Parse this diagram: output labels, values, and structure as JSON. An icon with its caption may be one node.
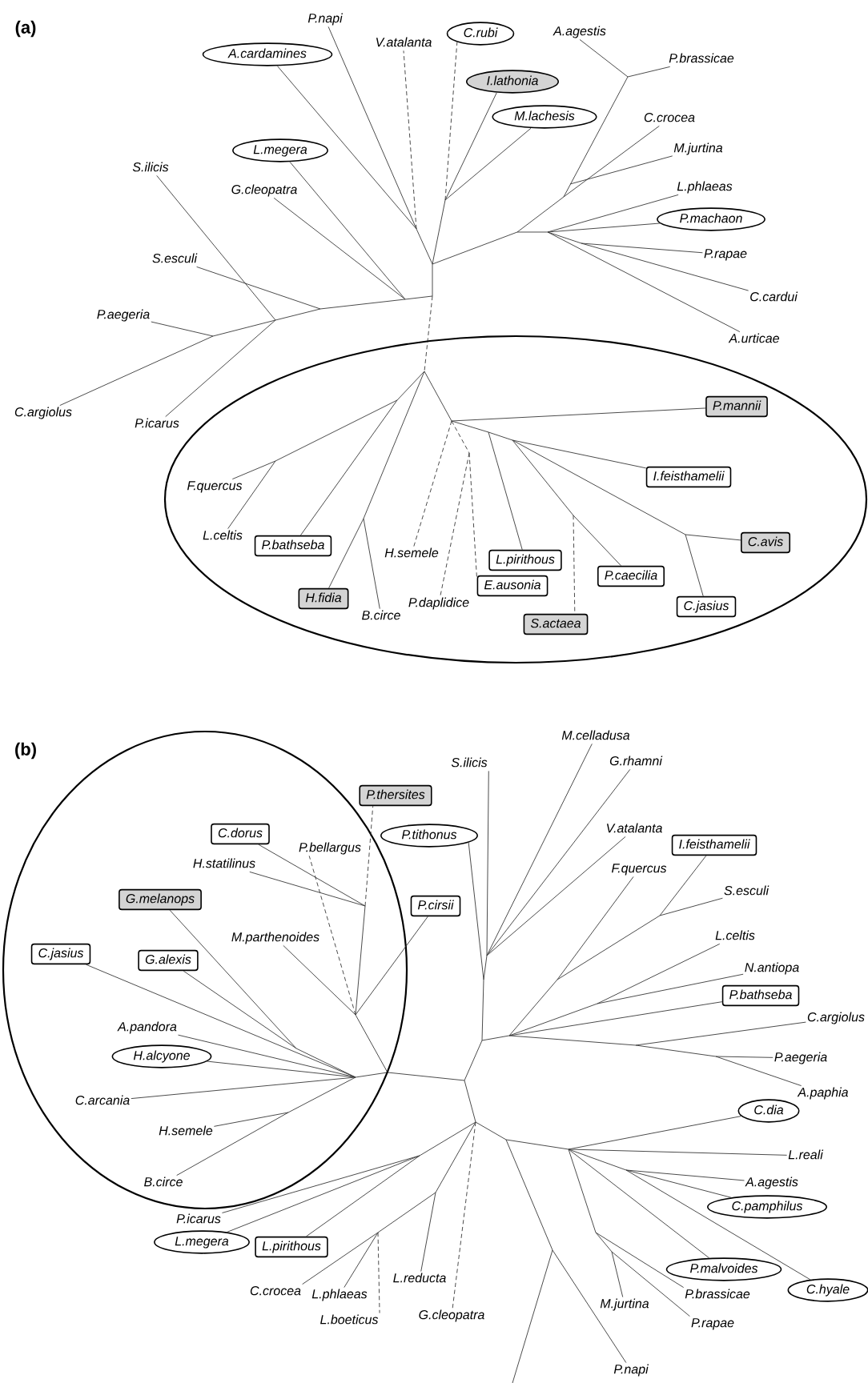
{
  "diagram": {
    "nodes": [
      {
        "text": [
          "P.napi"
        ]
      },
      {
        "text": [
          "C.rubi"
        ]
      },
      {
        "text": [
          "A.agestis"
        ]
      },
      {
        "text": [
          "V.atalanta"
        ]
      },
      {
        "text": [
          "A.cardamines"
        ]
      },
      {
        "text": [
          "P.brassicae"
        ]
      },
      {
        "text": [
          "I.lathonia"
        ]
      },
      {
        "text": [
          "C.crocea"
        ]
      },
      {
        "text": [
          "M.lachesis"
        ]
      },
      {
        "text": [
          "M.jurtina"
        ]
      },
      {
        "text": [
          "L.megera"
        ]
      },
      {
        "text": [
          "S.ilicis"
        ]
      },
      {
        "text": [
          "L.phlaeas"
        ]
      },
      {
        "text": [
          "G.cleopatra"
        ]
      },
      {
        "text": [
          "P.machaon"
        ]
      },
      {
        "text": [
          "P.rapae"
        ]
      },
      {
        "text": [
          "S.esculi"
        ]
      },
      {
        "text": [
          "C.cardui"
        ]
      },
      {
        "text": [
          "P.aegeria"
        ]
      },
      {
        "text": [
          "A.urticae"
        ]
      },
      {
        "text": [
          "C.argiolus"
        ]
      },
      {
        "text": [
          "P.icarus"
        ]
      },
      {
        "text": [],
        "shape": "ellipse"
      },
      {
        "text": [
          "P.mannii"
        ],
        "in": 22
      },
      {
        "text": [
          "I.feisthamelii"
        ],
        "in": 22
      },
      {
        "text": [
          "F.quercus"
        ],
        "in": 22
      },
      {
        "text": [
          "L.celtis"
        ],
        "in": 22
      },
      {
        "text": [
          "C.avis"
        ],
        "in": 22
      },
      {
        "text": [
          "P.bathseba"
        ],
        "in": 22
      },
      {
        "text": [
          "H.semele"
        ],
        "in": 22
      },
      {
        "text": [
          "L.pirithous"
        ],
        "in": 22
      },
      {
        "text": [
          "P.caecilia"
        ],
        "in": 22
      },
      {
        "text": [
          "E.ausonia"
        ],
        "in": 22
      },
      {
        "text": [
          "H.fidia"
        ],
        "in": 22
      },
      {
        "text": [
          "P.daplidice"
        ],
        "in": 22
      },
      {
        "text": [
          "C.jasius"
        ],
        "in": 22
      },
      {
        "text": [
          "B.circe"
        ],
        "in": 22
      },
      {
        "text": [
          "S.actaea"
        ],
        "in": 22
      },
      {
        "text": [],
        "shape": "ellipse"
      },
      {
        "text": [
          "C.dorus"
        ],
        "in": 38
      },
      {
        "text": [
          "H.statilinus"
        ],
        "in": 38
      },
      {
        "text": [
          "P.bellargus"
        ],
        "in": 38
      },
      {
        "text": [
          "G.melanops"
        ],
        "in": 38
      },
      {
        "text": [
          "M.parthenoides"
        ],
        "in": 38
      },
      {
        "text": [
          "C.jasius"
        ],
        "in": 38
      },
      {
        "text": [
          "G.alexis"
        ],
        "in": 38
      },
      {
        "text": [
          "A.pandora"
        ],
        "in": 38
      },
      {
        "text": [
          "H.alcyone"
        ],
        "in": 38
      },
      {
        "text": [
          "C.arcania"
        ],
        "in": 38
      },
      {
        "text": [
          "H.semele"
        ],
        "in": 38
      },
      {
        "text": [
          "B.circe"
        ],
        "in": 38
      },
      {
        "text": [
          "M.celladusa"
        ]
      },
      {
        "text": [
          "G.rhamni"
        ]
      },
      {
        "text": [
          "S.ilicis"
        ]
      },
      {
        "text": [
          "P.thersites"
        ]
      },
      {
        "text": [
          "V.atalanta"
        ]
      },
      {
        "text": [
          "P.tithonus"
        ]
      },
      {
        "text": [
          "I.feisthamelii"
        ]
      },
      {
        "text": [
          "F.quercus"
        ]
      },
      {
        "text": [
          "S.esculi"
        ]
      },
      {
        "text": [
          "P.cirsii"
        ]
      },
      {
        "text": [
          "L.celtis"
        ]
      },
      {
        "text": [
          "N.antiopa"
        ]
      },
      {
        "text": [
          "P.bathseba"
        ]
      },
      {
        "text": [
          "C.argiolus"
        ]
      },
      {
        "text": [
          "P.aegeria"
        ]
      },
      {
        "text": [
          "A.paphia"
        ]
      },
      {
        "text": [
          "C.dia"
        ]
      },
      {
        "text": [
          "L.reali"
        ]
      },
      {
        "text": [
          "A.agestis"
        ]
      },
      {
        "text": [
          "C.pamphilus"
        ]
      },
      {
        "text": [
          "P.icarus"
        ]
      },
      {
        "text": [
          "L.megera"
        ]
      },
      {
        "text": [
          "L.pirithous"
        ]
      },
      {
        "text": [
          "P.malvoides"
        ]
      },
      {
        "text": [
          "L.reducta"
        ]
      },
      {
        "text": [
          "C.hyale"
        ]
      },
      {
        "text": [
          "C.crocea"
        ]
      },
      {
        "text": [
          "P.brassicae"
        ]
      },
      {
        "text": [
          "L.phlaeas"
        ]
      },
      {
        "text": [
          "M.jurtina"
        ]
      },
      {
        "text": [
          "G.cleopatra"
        ]
      },
      {
        "text": [
          "L.boeticus"
        ]
      },
      {
        "text": [
          "P.rapae"
        ]
      },
      {
        "text": [
          "P.napi"
        ]
      }
    ],
    "edges": [
      {
        "from": null,
        "to": 0,
        "arrow": "none"
      },
      {
        "from": null,
        "to": 1,
        "arrow": "none",
        "style": "dashed"
      },
      {
        "from": null,
        "to": 2,
        "arrow": "none"
      },
      {
        "from": null,
        "to": 3,
        "arrow": "none",
        "style": "dashed"
      },
      {
        "from": null,
        "to": 4,
        "arrow": "none"
      },
      {
        "from": null,
        "to": 5,
        "arrow": "none"
      },
      {
        "from": null,
        "to": 6,
        "arrow": "none"
      },
      {
        "from": null,
        "to": 7,
        "arrow": "none"
      },
      {
        "from": null,
        "to": 8,
        "arrow": "none"
      },
      {
        "from": null,
        "to": 9,
        "arrow": "none"
      },
      {
        "from": null,
        "to": 10,
        "arrow": "none"
      },
      {
        "from": null,
        "to": 11,
        "arrow": "none"
      },
      {
        "from": null,
        "to": 12,
        "arrow": "none"
      },
      {
        "from": null,
        "to": 13,
        "arrow": "none"
      },
      {
        "from": null,
        "to": 14,
        "arrow": "none"
      },
      {
        "from": null,
        "to": 15,
        "arrow": "none"
      },
      {
        "from": null,
        "to": 16,
        "arrow": "none"
      },
      {
        "from": null,
        "to": 17,
        "arrow": "none"
      },
      {
        "from": null,
        "to": 18,
        "arrow": "none"
      },
      {
        "from": null,
        "to": 19,
        "arrow": "none"
      },
      {
        "from": null,
        "to": 20,
        "arrow": "none"
      },
      {
        "from": null,
        "to": 21,
        "arrow": "none"
      },
      {
        "from": null,
        "to": 23,
        "arrow": "none"
      },
      {
        "from": null,
        "to": 24,
        "arrow": "none"
      },
      {
        "from": null,
        "to": 25,
        "arrow": "none"
      },
      {
        "from": null,
        "to": 26,
        "arrow": "none"
      },
      {
        "from": null,
        "to": 27,
        "arrow": "none"
      },
      {
        "from": null,
        "to": 28,
        "arrow": "none"
      },
      {
        "from": null,
        "to": 29,
        "arrow": "none",
        "style": "dashed"
      },
      {
        "from": null,
        "to": 30,
        "arrow": "none"
      },
      {
        "from": null,
        "to": 31,
        "arrow": "none"
      },
      {
        "from": null,
        "to": 32,
        "arrow": "none",
        "style": "dashed"
      },
      {
        "from": null,
        "to": 33,
        "arrow": "none"
      },
      {
        "from": null,
        "to": 34,
        "arrow": "none",
        "style": "dashed"
      },
      {
        "from": null,
        "to": 35,
        "arrow": "none"
      },
      {
        "from": null,
        "to": 36,
        "arrow": "none"
      },
      {
        "from": null,
        "to": 37,
        "arrow": "none",
        "style": "dashed"
      },
      {
        "from": null,
        "to": 39,
        "arrow": "none"
      },
      {
        "from": null,
        "to": 40,
        "arrow": "none"
      },
      {
        "from": null,
        "to": 41,
        "arrow": "none",
        "style": "dashed"
      },
      {
        "from": null,
        "to": 42,
        "arrow": "none"
      },
      {
        "from": null,
        "to": 43,
        "arrow": "none"
      },
      {
        "from": null,
        "to": 44,
        "arrow": "none"
      },
      {
        "from": null,
        "to": 45,
        "arrow": "none"
      },
      {
        "from": null,
        "to": 46,
        "arrow": "none"
      },
      {
        "from": null,
        "to": 47,
        "arrow": "none"
      },
      {
        "from": null,
        "to": 48,
        "arrow": "none"
      },
      {
        "from": null,
        "to": 49,
        "arrow": "none"
      },
      {
        "from": null,
        "to": 50,
        "arrow": "none"
      },
      {
        "from": null,
        "to": 51,
        "arrow": "none"
      },
      {
        "from": null,
        "to": 52,
        "arrow": "none"
      },
      {
        "from": null,
        "to": 53,
        "arrow": "none"
      },
      {
        "from": null,
        "to": 54,
        "arrow": "none",
        "style": "dashed"
      },
      {
        "from": null,
        "to": 55,
        "arrow": "none"
      },
      {
        "from": null,
        "to": 56,
        "arrow": "none"
      },
      {
        "from": null,
        "to": 57,
        "arrow": "none"
      },
      {
        "from": null,
        "to": 58,
        "arrow": "none"
      },
      {
        "from": null,
        "to": 59,
        "arrow": "none"
      },
      {
        "from": null,
        "to": 60,
        "arrow": "none"
      },
      {
        "from": null,
        "to": 61,
        "arrow": "none"
      },
      {
        "from": null,
        "to": 62,
        "arrow": "none"
      },
      {
        "from": null,
        "to": 63,
        "arrow": "none"
      },
      {
        "from": null,
        "to": 64,
        "arrow": "none"
      },
      {
        "from": null,
        "to": 65,
        "arrow": "none"
      },
      {
        "from": null,
        "to": 66,
        "arrow": "none"
      },
      {
        "from": null,
        "to": 67,
        "arrow": "none"
      },
      {
        "from": null,
        "to": 68,
        "arrow": "none"
      },
      {
        "from": null,
        "to": 69,
        "arrow": "none"
      },
      {
        "from": null,
        "to": 70,
        "arrow": "none"
      },
      {
        "from": null,
        "to": 71,
        "arrow": "none"
      },
      {
        "from": null,
        "to": 72,
        "arrow": "none"
      },
      {
        "from": null,
        "to": 73,
        "arrow": "none"
      },
      {
        "from": null,
        "to": 74,
        "arrow": "none"
      },
      {
        "from": null,
        "to": 75,
        "arrow": "none"
      },
      {
        "from": null,
        "to": 76,
        "arrow": "none"
      },
      {
        "from": null,
        "to": 77,
        "arrow": "none"
      },
      {
        "from": null,
        "to": 78,
        "arrow": "none"
      },
      {
        "from": null,
        "to": 79,
        "arrow": "none"
      },
      {
        "from": null,
        "to": 80,
        "arrow": "none"
      },
      {
        "from": null,
        "to": 81,
        "arrow": "none",
        "style": "dashed"
      },
      {
        "from": null,
        "to": 82,
        "arrow": "none",
        "style": "dashed"
      },
      {
        "from": null,
        "to": 83,
        "arrow": "none"
      },
      {
        "from": null,
        "to": 84,
        "arrow": "none"
      }
    ],
    "labels": [
      "(a)",
      "(b)"
    ]
  }
}
